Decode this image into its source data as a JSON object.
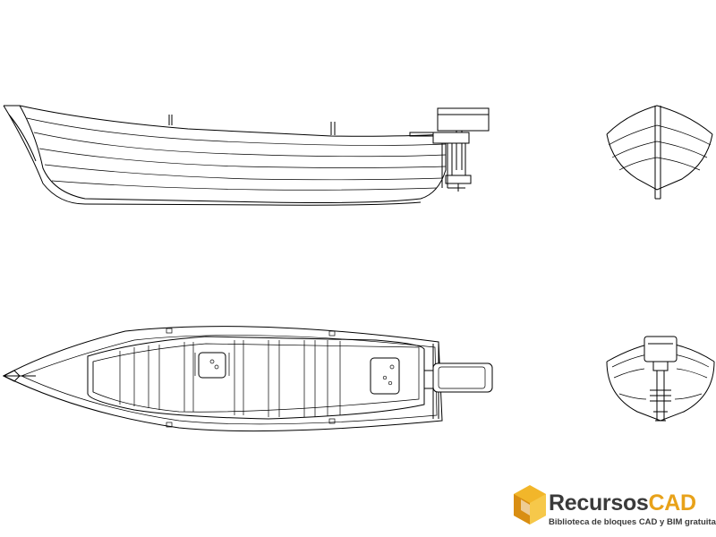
{
  "drawing": {
    "views": [
      {
        "name": "side-elevation"
      },
      {
        "name": "front-elevation"
      },
      {
        "name": "plan-view"
      },
      {
        "name": "rear-elevation"
      }
    ]
  },
  "watermark": {
    "brand_part1": "Recursos",
    "brand_part2": "CAD",
    "tagline": "Biblioteca de bloques CAD y BIM gratuita",
    "colors": {
      "primary": "#3a3a3a",
      "accent": "#e8a21a"
    }
  }
}
